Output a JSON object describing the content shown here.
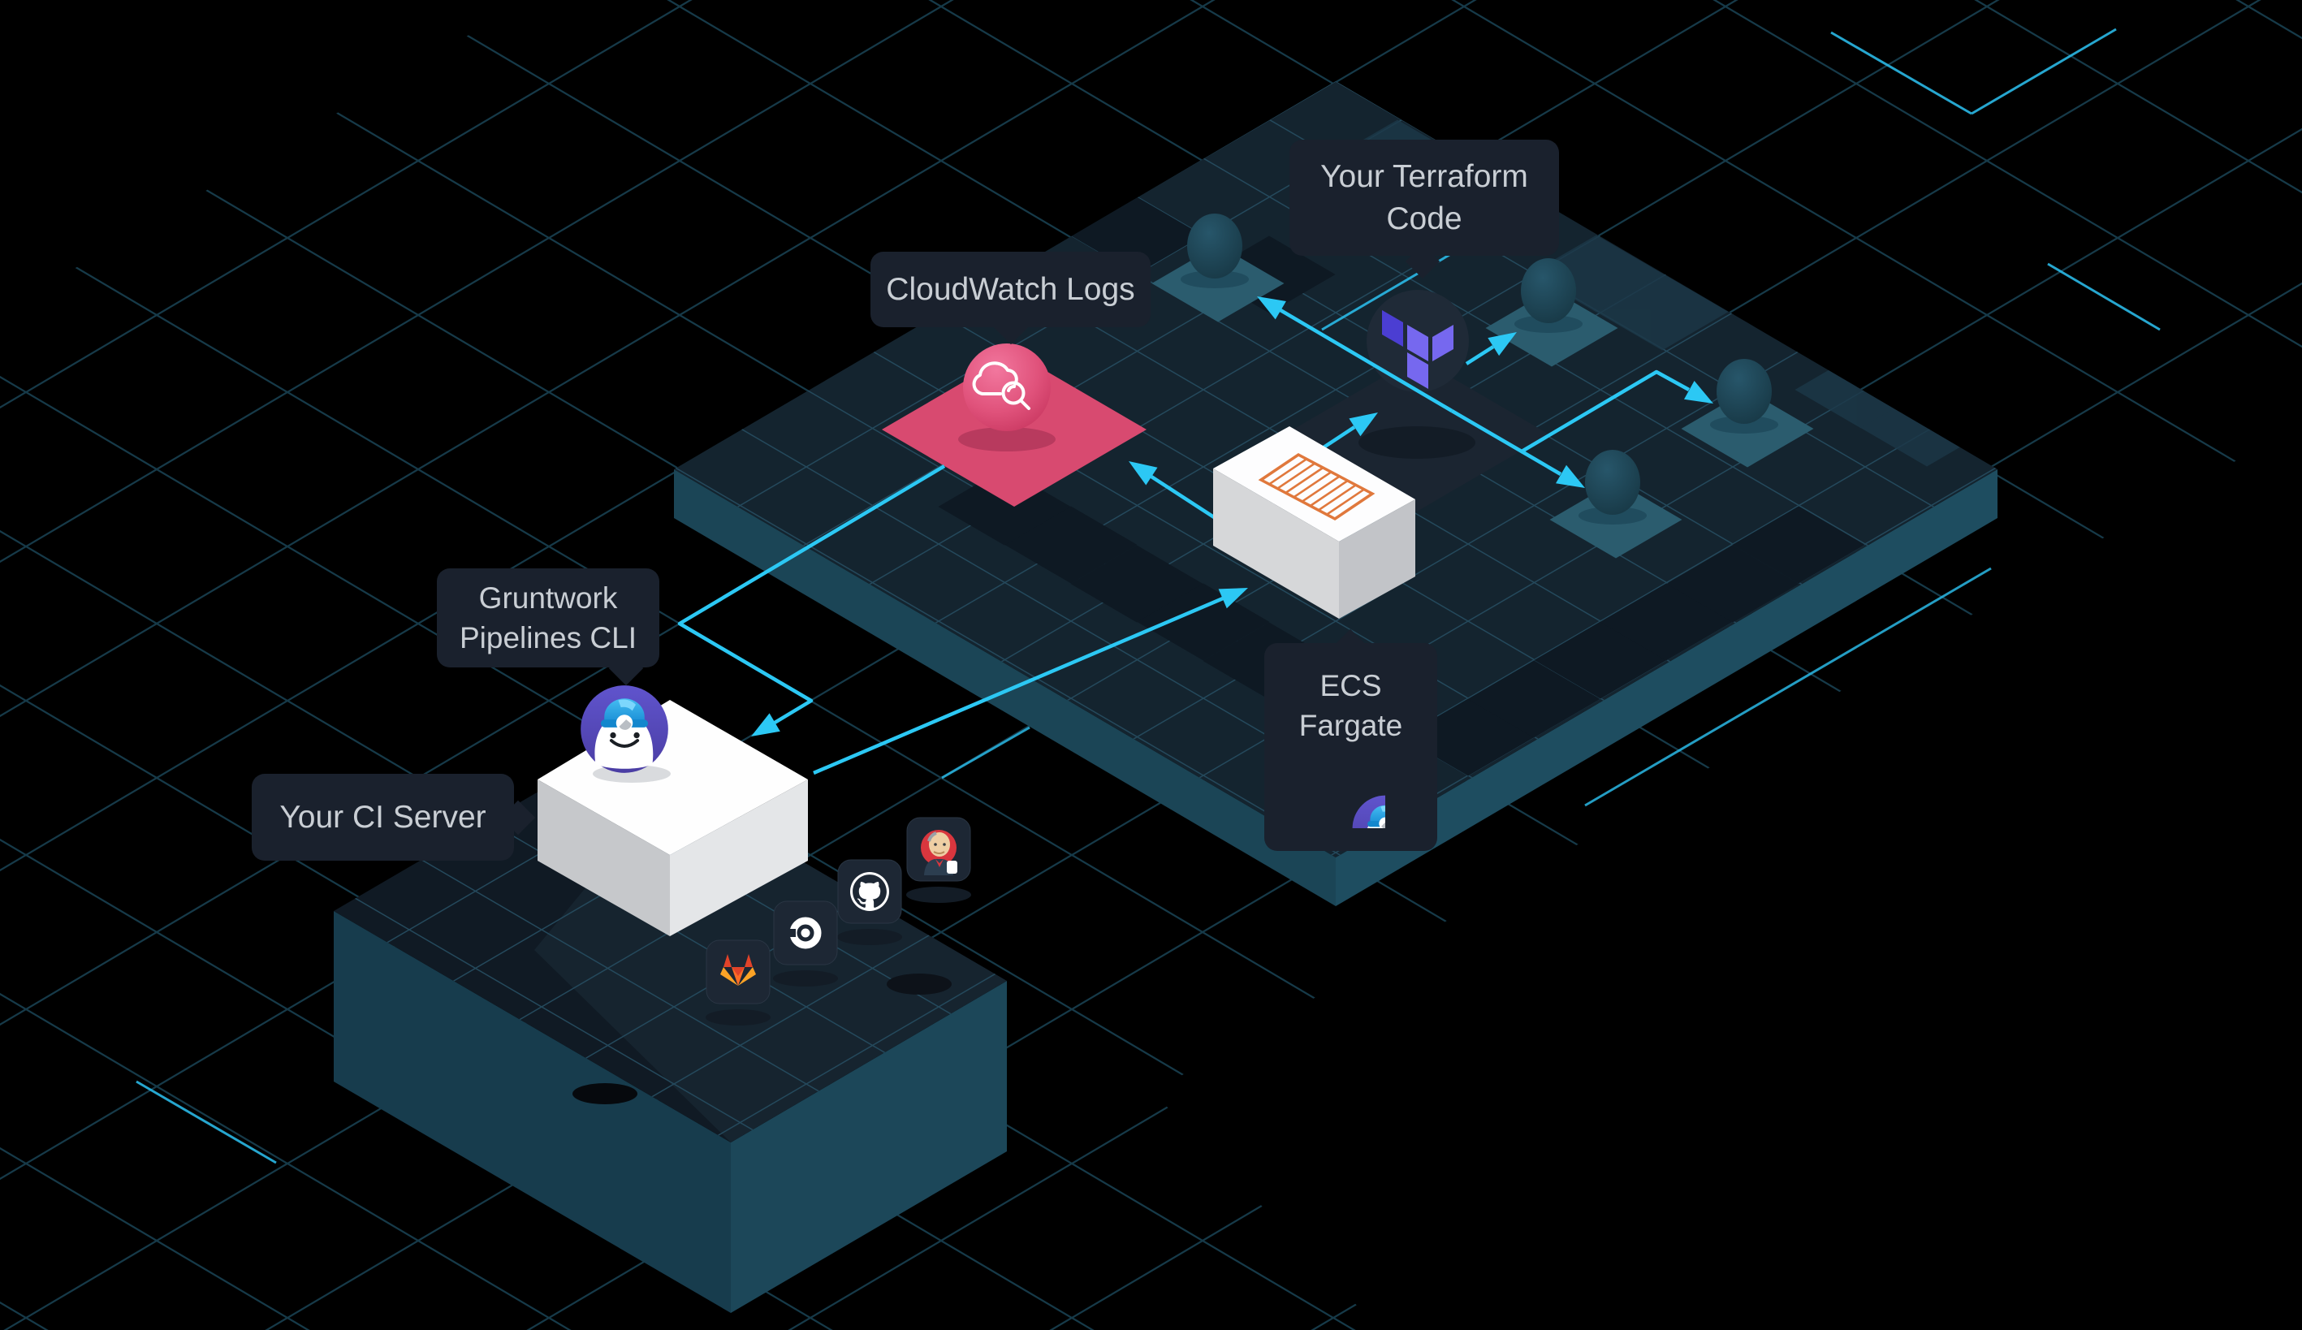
{
  "diagram": {
    "type": "isometric-architecture-diagram",
    "labels": {
      "terraform": {
        "line1": "Your Terraform",
        "line2": "Code"
      },
      "cloudwatch": {
        "line1": "CloudWatch Logs"
      },
      "pipelines": {
        "line1": "Gruntwork",
        "line2": "Pipelines CLI"
      },
      "ci_server": {
        "line1": "Your CI Server"
      },
      "ecs": {
        "line1": "ECS",
        "line2": "Fargate"
      }
    },
    "icons": {
      "terraform": "terraform-logo-icon",
      "cloudwatch": "cloud-search-icon",
      "ecs_container": "container-icon",
      "mascot": "gruntwork-mascot-icon",
      "ci_tools": [
        "jenkins-icon",
        "github-icon",
        "circleci-icon",
        "gitlab-icon"
      ]
    },
    "colors": {
      "accent": "#2cc8f4",
      "accent_dim": "#2bb9e6",
      "label_bg": "#1a212d",
      "label_text": "#c9ced4",
      "pink_tile": "#d84a70",
      "terraform_dark": "#4b3ed2",
      "terraform_light": "#7668ef",
      "platform_surface": "#14242f",
      "platform_side": "#1d4b5e",
      "container_orange": "#e0783c",
      "bg": "#000000"
    }
  }
}
